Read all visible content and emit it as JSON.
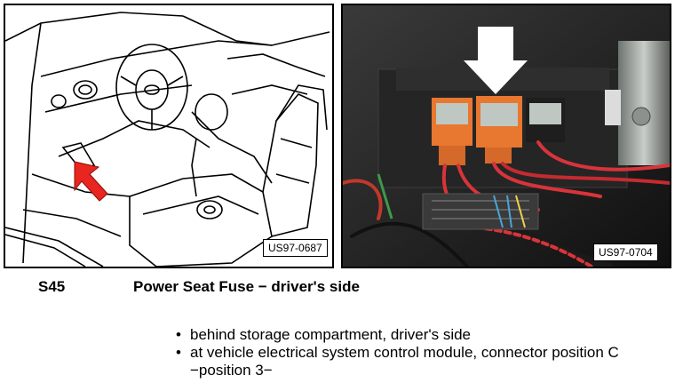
{
  "figures": {
    "left_ref": "US97-0687",
    "right_ref": "US97-0704"
  },
  "component": {
    "code": "S45",
    "title": "Power Seat Fuse − driver's side"
  },
  "locations": [
    "behind storage compartment, driver's side",
    "at vehicle electrical system control module, connector position C −position 3−"
  ],
  "colors": {
    "arrow_red": "#e8251f",
    "arrow_white": "#ffffff",
    "fuse_orange": "#e8772f",
    "fuse_gray": "#bfc7c2",
    "wire_red": "#d8343a"
  }
}
